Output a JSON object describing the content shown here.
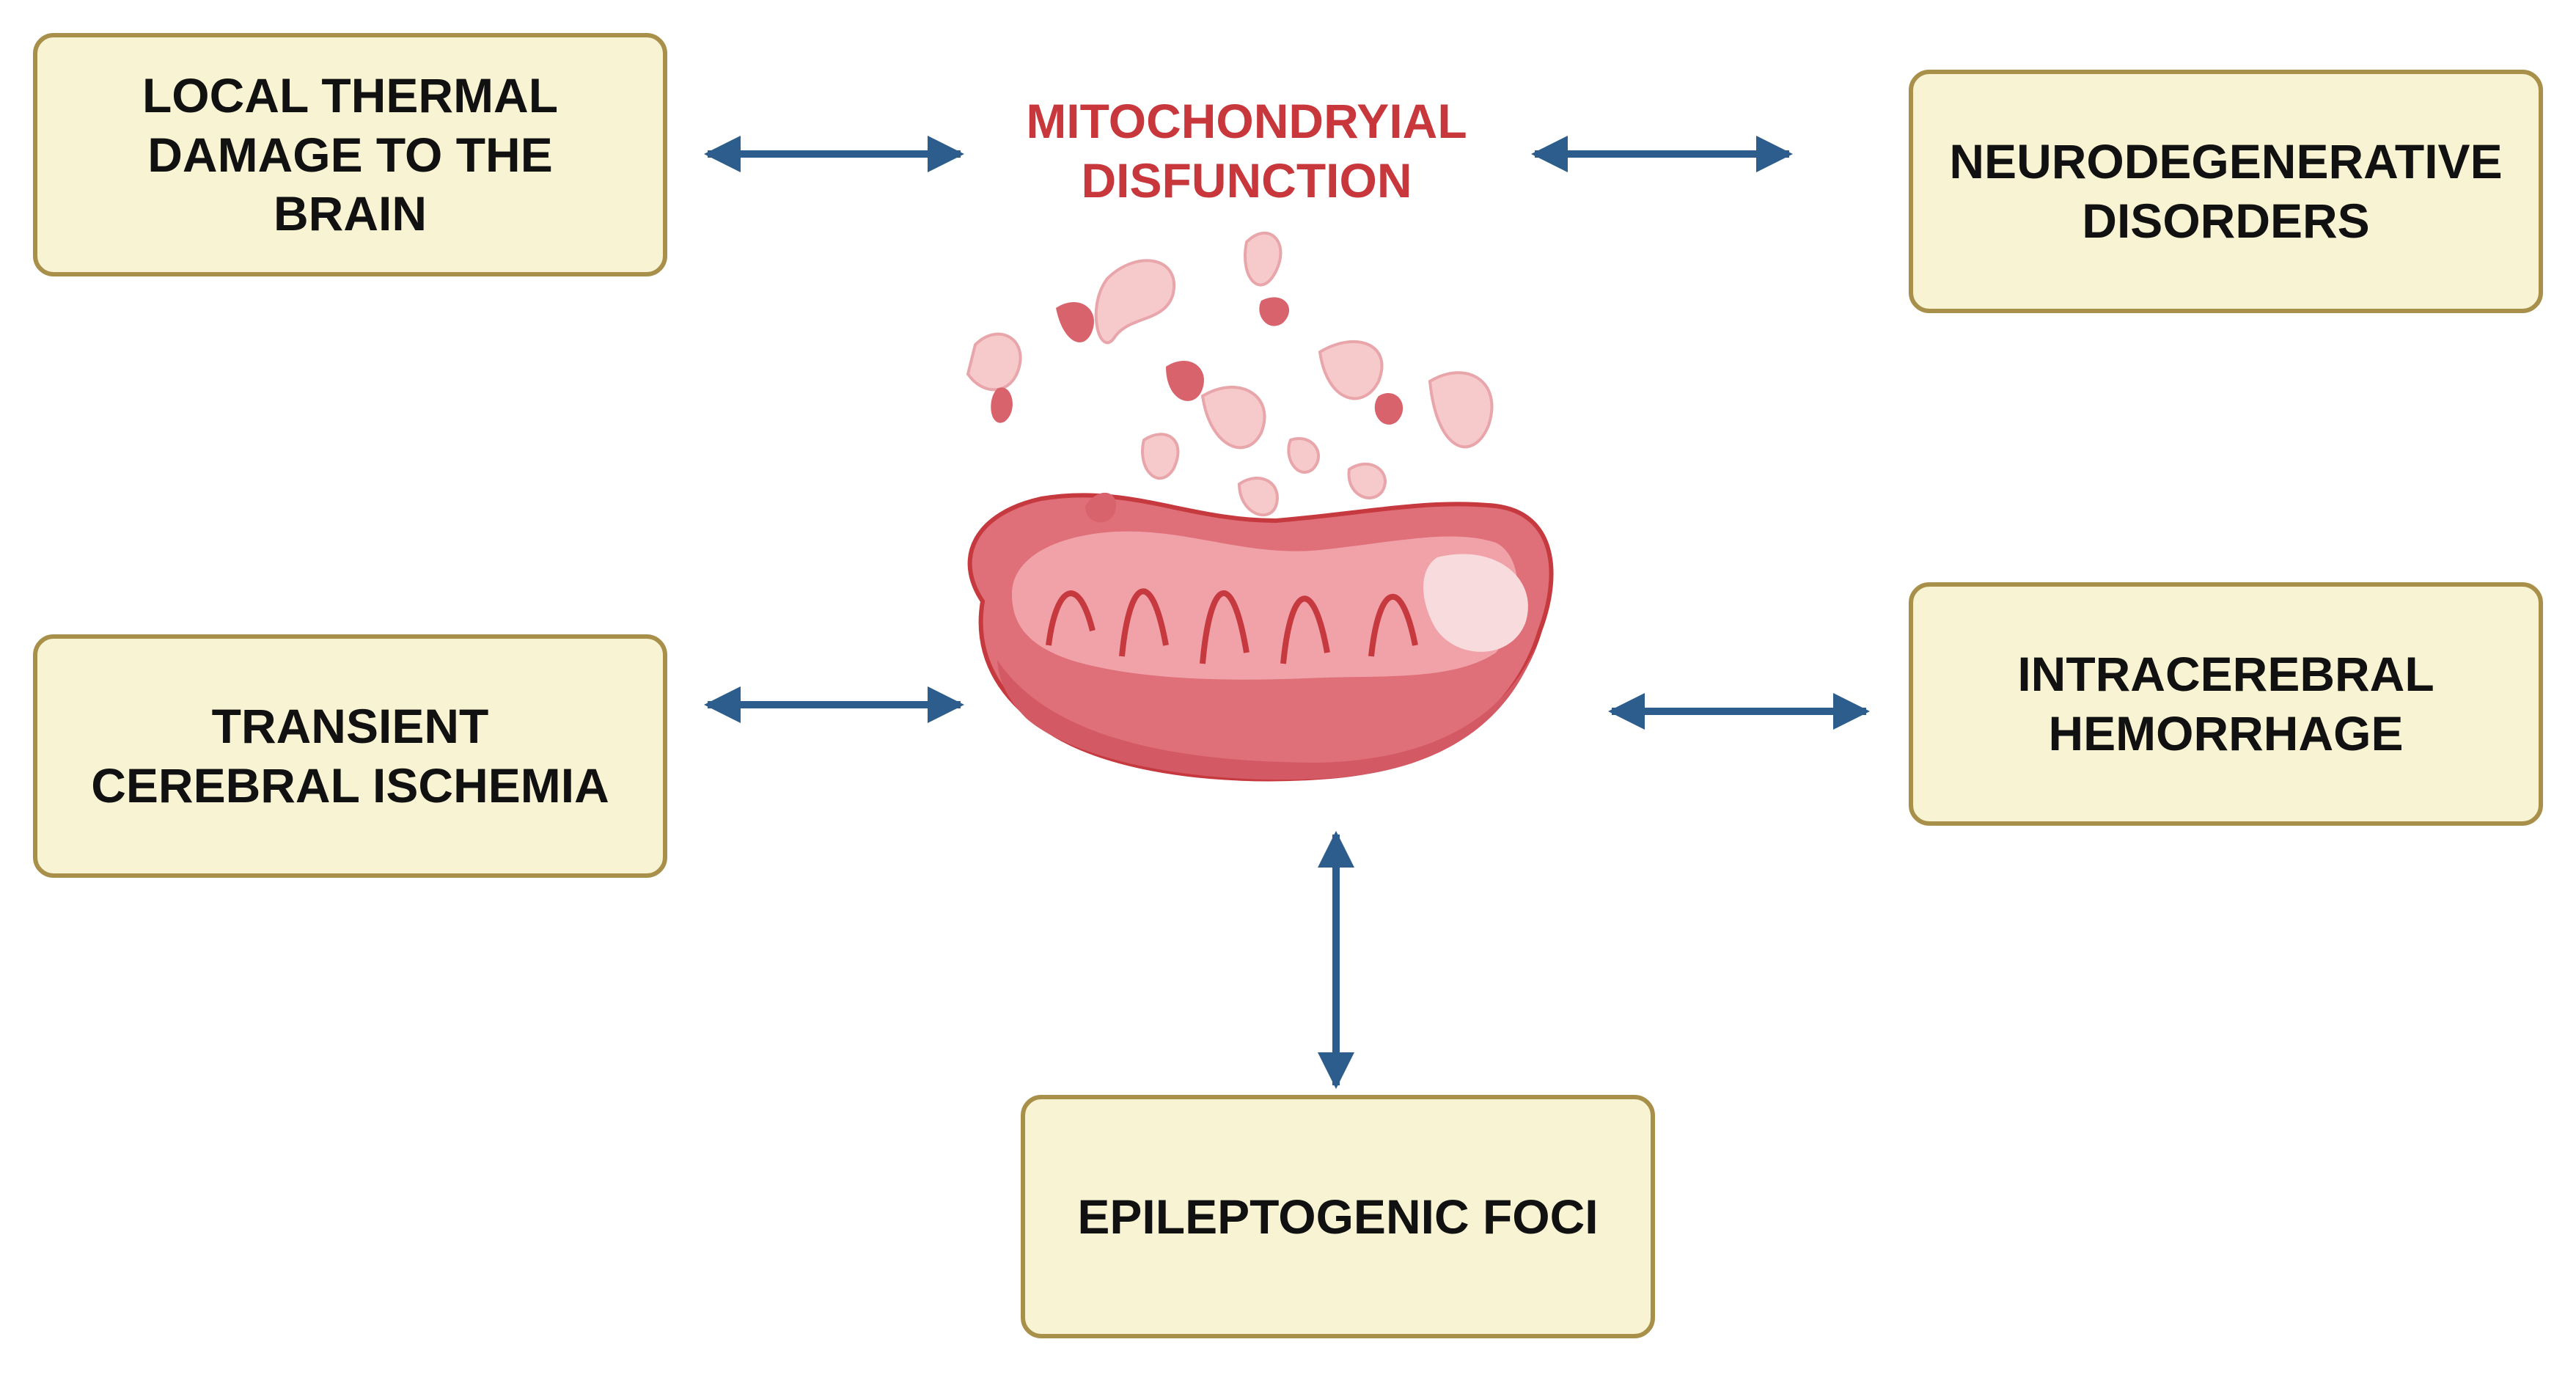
{
  "center": {
    "title": "MITOCHONDRYIAL\nDISFUNCTION"
  },
  "boxes": {
    "thermal": "LOCAL THERMAL\nDAMAGE TO THE\nBRAIN",
    "neurodegenerative": "NEURODEGENERATIVE\nDISORDERS",
    "ischemia": "TRANSIENT\nCEREBRAL ISCHEMIA",
    "hemorrhage": "INTRACEREBRAL\nHEMORRHAGE",
    "epileptogenic": "EPILEPTOGENIC FOCI"
  },
  "colors": {
    "box_fill": "#f7f3d3",
    "box_border": "#a8904a",
    "arrow": "#2d5d8c",
    "title": "#c8373b",
    "mito_body": "#df6f78",
    "mito_outline": "#c6393f",
    "mito_inner": "#f6c9cb"
  },
  "icons": {
    "center": "mitochondrion-icon",
    "connector": "double-headed-arrow"
  }
}
